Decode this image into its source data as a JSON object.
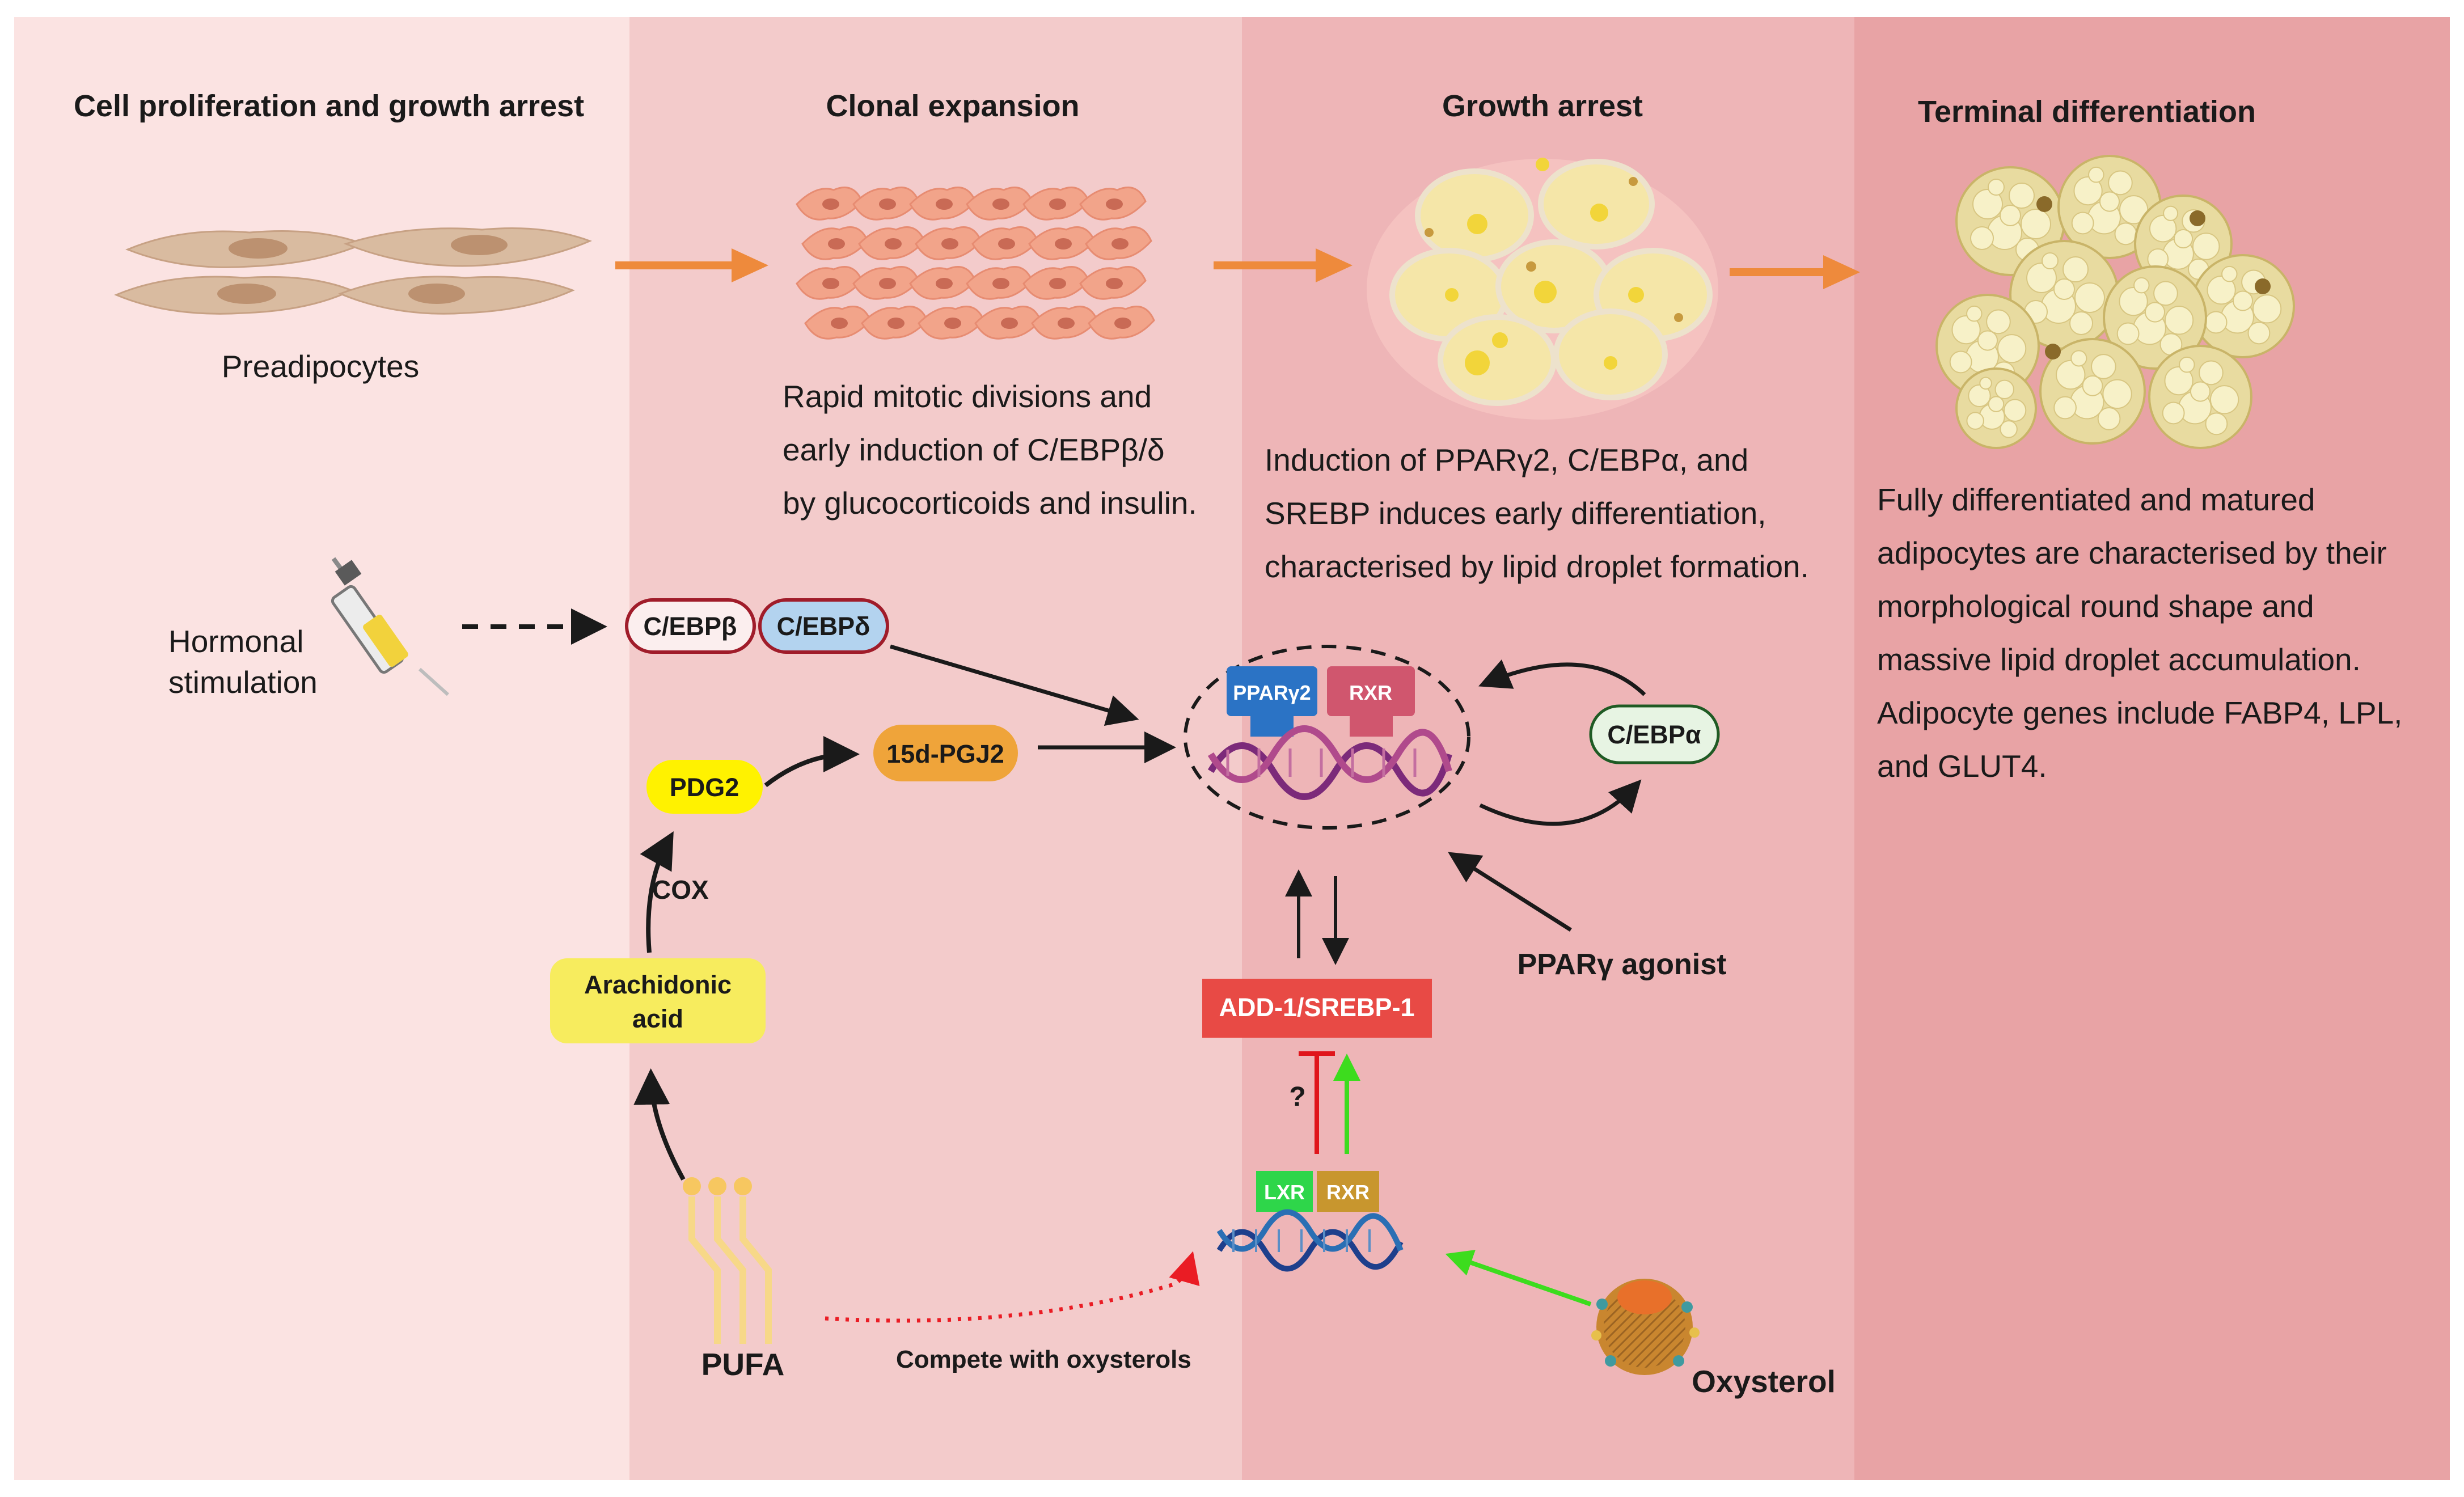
{
  "colors": {
    "panel1": "#fbe3e2",
    "panel2": "#f3cbcb",
    "panel3": "#eeb5b7",
    "panel4": "#e8a3a5",
    "stage_arrow": "#ee8a3c",
    "yellow_node": "#f7ec5e",
    "bright_yellow": "#fff200",
    "orange_node": "#efa43a",
    "red_box": "#e84a45",
    "ppar_blue": "#2b73c5",
    "rxr_pink": "#d0566e",
    "lxr_green": "#2ed64a",
    "rxr_gold": "#c8962e",
    "activation_green": "#3ddc1e",
    "inhibit_red": "#e0151b",
    "dotted_red": "#ea1c24"
  },
  "stages": {
    "s1": {
      "title": "Cell proliferation and growth arrest",
      "cell_label": "Preadipocytes"
    },
    "s2": {
      "title": "Clonal expansion",
      "desc": [
        "Rapid mitotic divisions and",
        "early  induction of C/EBPβ/δ",
        "by glucocorticoids and insulin."
      ]
    },
    "s3": {
      "title": "Growth arrest",
      "desc": [
        "Induction of PPARγ2, C/EBPα, and",
        "SREBP induces early differentiation,",
        "characterised by lipid droplet formation."
      ]
    },
    "s4": {
      "title": "Terminal differentiation",
      "desc": [
        "Fully differentiated and matured",
        "adipocytes are characterised by their",
        "morphological round shape and",
        "massive lipid droplet accumulation.",
        "Adipocyte genes include  FABP4, LPL,",
        "and GLUT4."
      ]
    }
  },
  "pathway": {
    "hormonal": [
      "Hormonal",
      "stimulation"
    ],
    "cebp_beta": "C/EBPβ",
    "cebp_delta": "C/EBPδ",
    "pdg2": "PDG2",
    "pgj2": "15d-PGJ2",
    "cox": "COX",
    "arachidonic": [
      "Arachidonic",
      "acid"
    ],
    "ppar_gamma2": "PPARγ2",
    "rxr_top": "RXR",
    "cebp_alpha": "C/EBPα",
    "ppar_agonist": "PPARγ agonist",
    "srebp": "ADD-1/SREBP-1",
    "question": "?",
    "lxr": "LXR",
    "rxr_bottom": "RXR",
    "pufa": "PUFA",
    "compete": "Compete with oxysterols",
    "oxysterol": "Oxysterol"
  }
}
